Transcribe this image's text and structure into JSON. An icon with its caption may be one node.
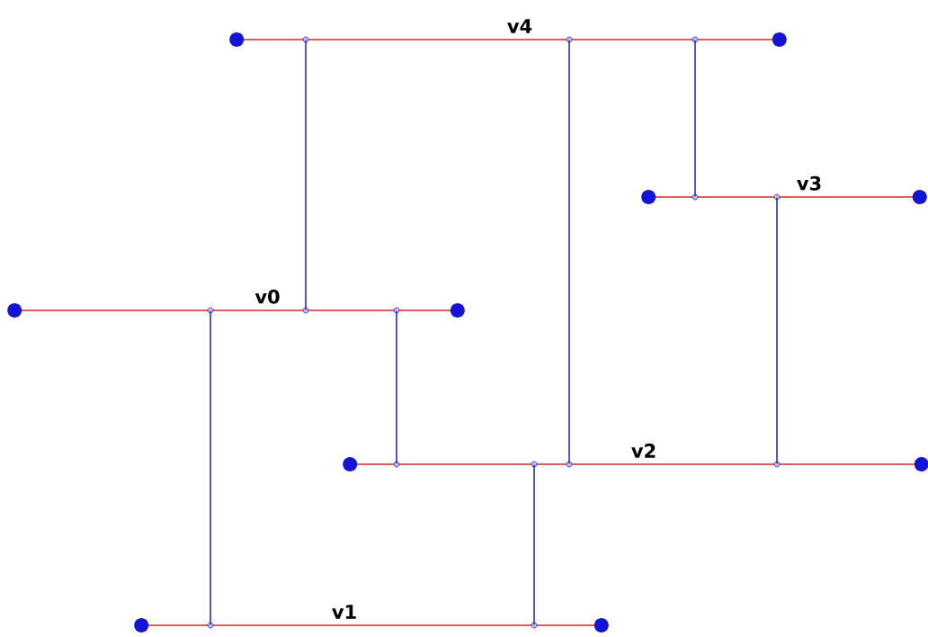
{
  "diagram": {
    "nodes": [
      {
        "text": [
          "v4"
        ]
      },
      {
        "text": [
          "v3"
        ]
      },
      {
        "text": [
          "v0"
        ]
      },
      {
        "text": [
          "v2"
        ]
      },
      {
        "text": [
          "v1"
        ]
      }
    ],
    "edges": [
      {
        "from": 0,
        "to": 2,
        "arrow": "none"
      },
      {
        "from": 0,
        "to": 3,
        "arrow": "none"
      },
      {
        "from": 0,
        "to": 1,
        "arrow": "none"
      },
      {
        "from": 2,
        "to": 4,
        "arrow": "none"
      },
      {
        "from": 2,
        "to": 3,
        "arrow": "none"
      },
      {
        "from": 1,
        "to": 3,
        "arrow": "none"
      },
      {
        "from": 3,
        "to": 4,
        "arrow": "none"
      }
    ]
  }
}
